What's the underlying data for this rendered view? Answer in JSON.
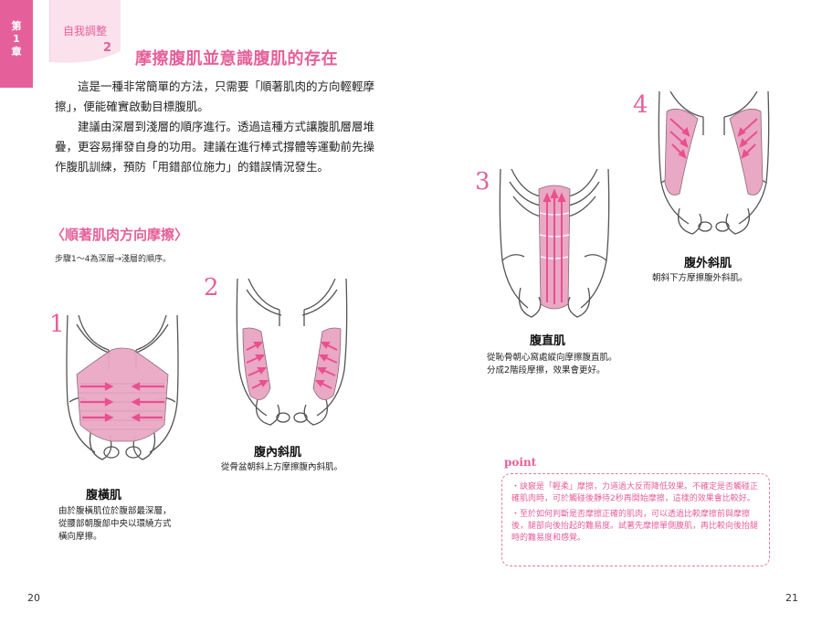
{
  "chapter_tab": {
    "line1": "第",
    "line2": "1",
    "line3": "章"
  },
  "header": {
    "banner_label": "自我調整",
    "banner_number": "2",
    "title": "摩擦腹肌並意識腹肌的存在"
  },
  "intro_paragraphs": [
    "這是一種非常簡單的方法，只需要「順著肌肉的方向輕輕摩擦」，便能確實啟動目標腹肌。",
    "建議由深層到淺層的順序進行。透過這種方式讓腹肌層層堆疊，更容易揮發自身的功用。建議在進行棒式撐體等運動前先操作腹肌訓練，預防「用錯部位施力」的錯誤情況發生。"
  ],
  "section": {
    "heading": "〈順著肌肉方向摩擦〉",
    "note": "步驟1〜4為深層→淺層的順序。"
  },
  "steps": [
    {
      "number": "1",
      "name": "腹橫肌",
      "desc_lines": [
        "由於腹橫肌位於腹部最深層，",
        "從腰部朝腹部中央以環繞方式",
        "橫向摩擦。"
      ]
    },
    {
      "number": "2",
      "name": "腹內斜肌",
      "desc_lines": [
        "從骨盆朝斜上方摩擦腹內斜肌。"
      ]
    },
    {
      "number": "3",
      "name": "腹直肌",
      "desc_lines": [
        "從恥骨朝心窩處縱向摩擦腹直肌。",
        "分成2階段摩擦，效果會更好。"
      ]
    },
    {
      "number": "4",
      "name": "腹外斜肌",
      "desc_lines": [
        "朝斜下方摩擦腹外斜肌。"
      ]
    }
  ],
  "point": {
    "label": "point",
    "items": [
      "・訣竅是「輕柔」摩擦，力道過大反而降低效果。不確定是否觸碰正確肌肉時，可於觸碰後靜待2秒再開始摩擦，這樣的效果會比較好。",
      "・至於如何判斷是否摩擦正確的肌肉，可以透過比較摩擦前與摩擦後，腿部向後抬起的難易度。試著先摩擦單側腹肌，再比較向後抬腿時的難易度和感覺。"
    ]
  },
  "page_numbers": {
    "left": "20",
    "right": "21"
  },
  "colors": {
    "accent": "#e5609a",
    "muscle_fill": "#e9a8c4",
    "arrow": "#ea4f8e",
    "line": "#555555"
  }
}
